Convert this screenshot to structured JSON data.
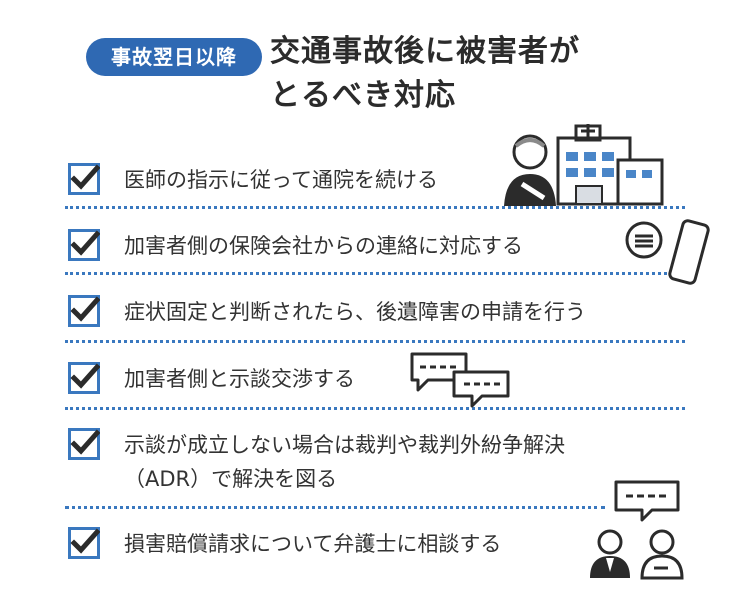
{
  "badge": "事故翌日以降",
  "title": {
    "line1": "交通事故後に被害者が",
    "line2": "とるべき対応"
  },
  "items": [
    {
      "label": "医師の指示に従って通院を続ける"
    },
    {
      "label": "加害者側の保険会社からの連絡に対応する"
    },
    {
      "label": "症状固定と判断されたら、後遺障害の申請を行う"
    },
    {
      "label": "加害者側と示談交渉する"
    },
    {
      "label1": "示談が成立しない場合は裁判や裁判外紛争解決",
      "label2": "（ADR）で解決を図る"
    },
    {
      "label": "損害賠償請求について弁護士に相談する"
    }
  ],
  "colors": {
    "accent": "#2f69b3",
    "checkbox_border": "#3a78bf",
    "dots": "#3a78bf",
    "text": "#333333"
  },
  "icons": [
    "checkbox-checked-icon",
    "hospital-patient-icon",
    "smartphone-chat-icon",
    "speech-bubbles-icon",
    "consultation-people-icon"
  ]
}
